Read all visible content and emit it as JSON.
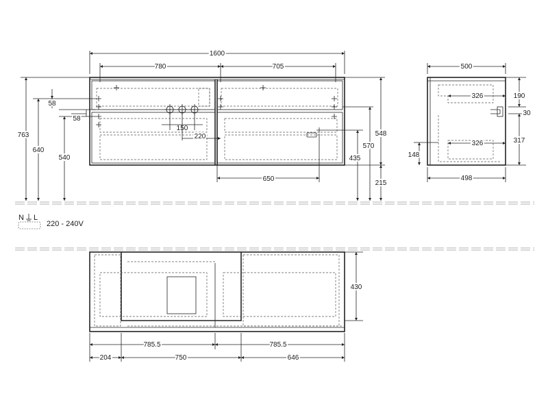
{
  "power": {
    "symbol_n": "N",
    "symbol_l": "L",
    "voltage": "220 - 240V",
    "icon": "ground-terminal-icon"
  },
  "front_view": {
    "width_total": "1600",
    "width_left_drawer": "780",
    "width_right_drawer": "705",
    "height_total": "763",
    "height_top_drawer": "58",
    "height_second": "58",
    "height_640": "640",
    "height_540": "540",
    "tap_spacing": "150",
    "tap_offset": "220",
    "drawer_width_650": "650",
    "height_435": "435",
    "height_548": "548",
    "height_570": "570",
    "height_215": "215"
  },
  "side_view": {
    "depth_top": "500",
    "depth_bottom": "498",
    "drawer_depth_upper": "326",
    "drawer_depth_lower": "326",
    "height_190": "190",
    "height_30": "30",
    "height_317": "317",
    "height_148": "148"
  },
  "top_view": {
    "depth": "430",
    "seg_785_left": "785.5",
    "seg_785_right": "785.5",
    "seg_204": "204",
    "seg_750": "750",
    "seg_646": "646"
  }
}
